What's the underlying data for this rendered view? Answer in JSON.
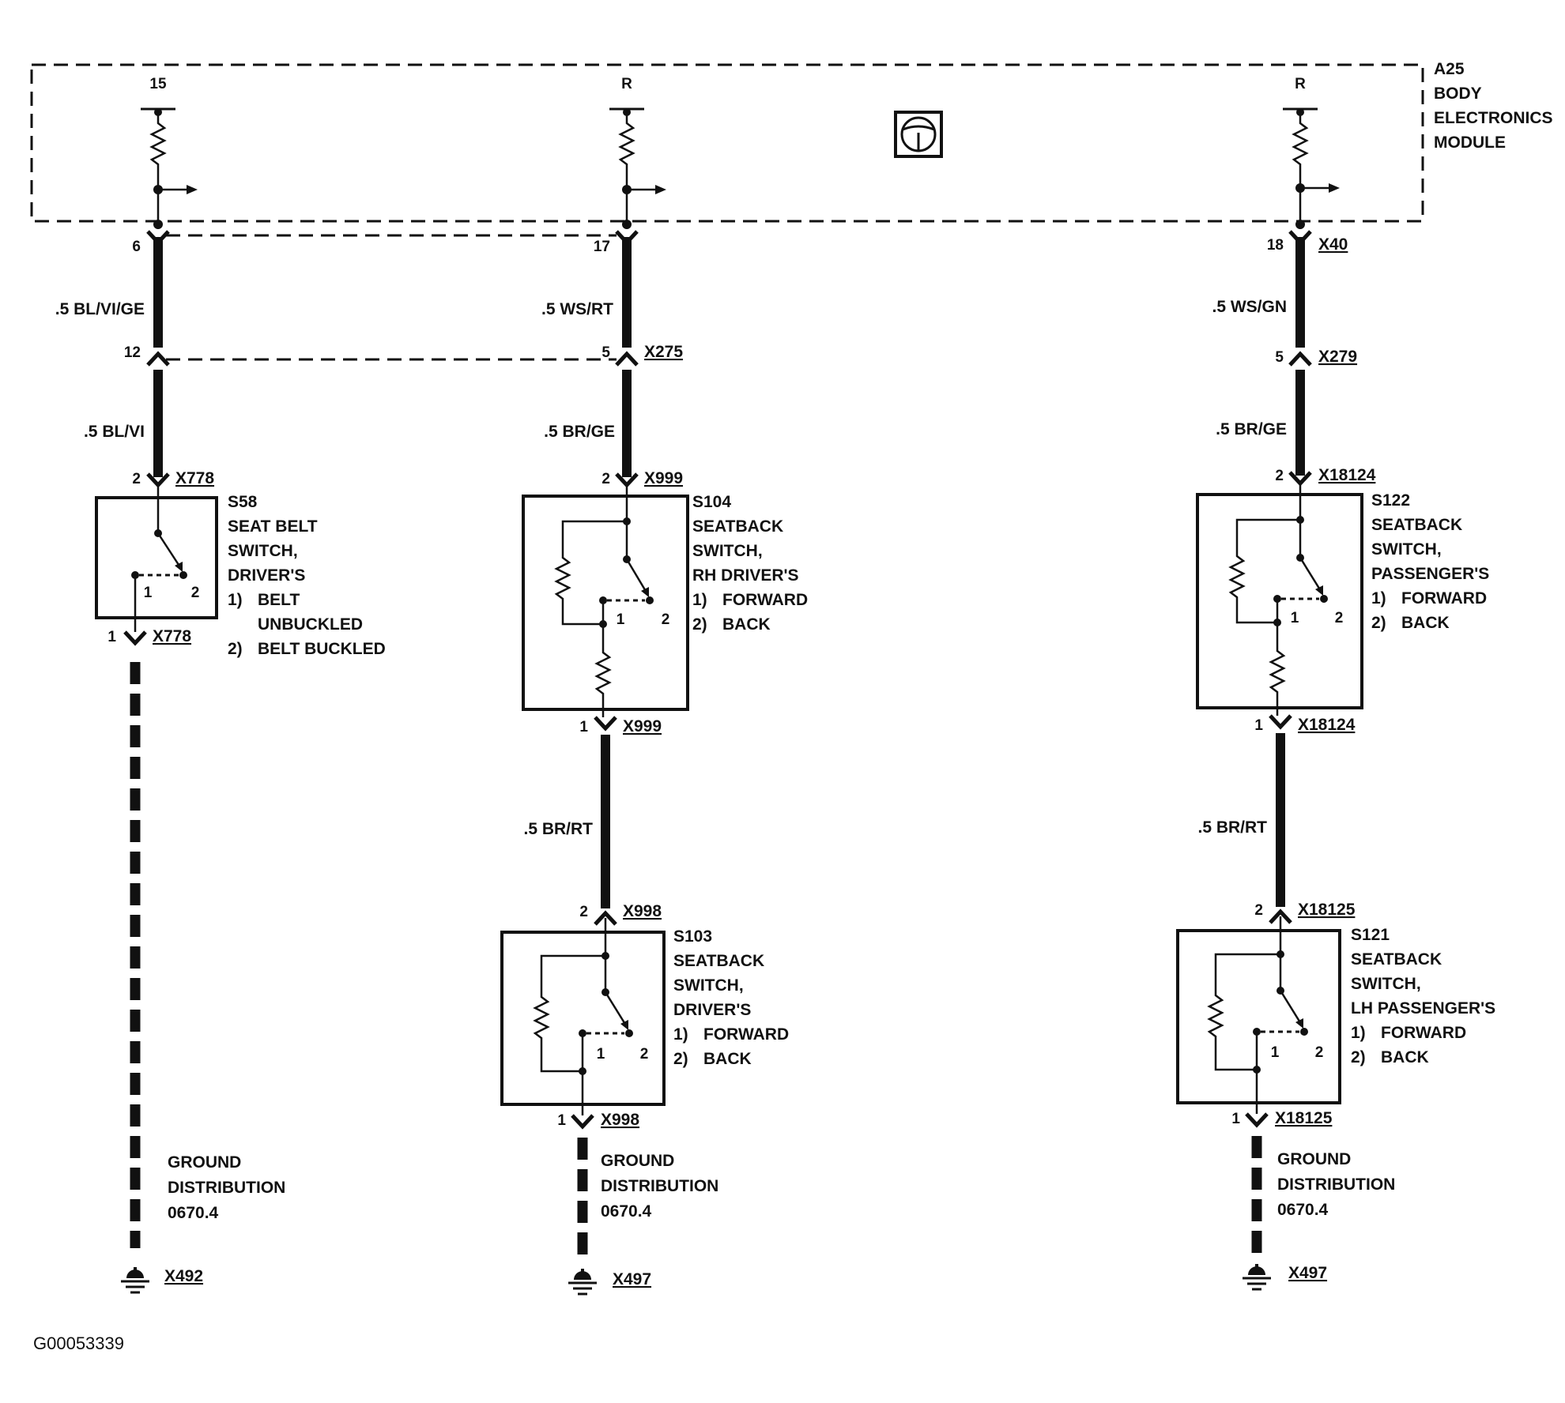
{
  "module": {
    "name": "A25",
    "lines": [
      "BODY",
      "ELECTRONICS",
      "MODULE"
    ],
    "terminals": [
      "15",
      "R",
      "R"
    ]
  },
  "col1": {
    "pin_top": "6",
    "wire1": ".5 BL/VI/GE",
    "pin_mid": "12",
    "wire2": ".5 BL/VI",
    "pin_in": "2",
    "conn_in": "X778",
    "switch": {
      "id": "S58",
      "lines": [
        "SEAT BELT",
        "SWITCH,",
        "DRIVER'S"
      ],
      "opt1_num": "1)",
      "opt1": "BELT",
      "opt1b": "UNBUCKLED",
      "opt2_num": "2)",
      "opt2": "BELT BUCKLED",
      "c1": "1",
      "c2": "2"
    },
    "pin_out": "1",
    "conn_out": "X778",
    "ground": [
      "GROUND",
      "DISTRIBUTION",
      "0670.4"
    ],
    "gnd_ref": "X492"
  },
  "col2": {
    "pin_top": "17",
    "wire1": ".5 WS/RT",
    "pin_mid": "5",
    "conn_mid": "X275",
    "wire2": ".5 BR/GE",
    "pin_in": "2",
    "conn_in": "X999",
    "switch1": {
      "id": "S104",
      "lines": [
        "SEATBACK",
        "SWITCH,",
        "RH DRIVER'S"
      ],
      "opt1_num": "1)",
      "opt1": "FORWARD",
      "opt2_num": "2)",
      "opt2": "BACK",
      "c1": "1",
      "c2": "2"
    },
    "pin_out": "1",
    "conn_out": "X999",
    "wire3": ".5 BR/RT",
    "pin_in2": "2",
    "conn_in2": "X998",
    "switch2": {
      "id": "S103",
      "lines": [
        "SEATBACK",
        "SWITCH,",
        "DRIVER'S"
      ],
      "opt1_num": "1)",
      "opt1": "FORWARD",
      "opt2_num": "2)",
      "opt2": "BACK",
      "c1": "1",
      "c2": "2"
    },
    "pin_out2": "1",
    "conn_out2": "X998",
    "ground": [
      "GROUND",
      "DISTRIBUTION",
      "0670.4"
    ],
    "gnd_ref": "X497"
  },
  "col3": {
    "pin_top": "18",
    "conn_top": "X40",
    "wire1": ".5 WS/GN",
    "pin_mid": "5",
    "conn_mid": "X279",
    "wire2": ".5 BR/GE",
    "pin_in": "2",
    "conn_in": "X18124",
    "switch1": {
      "id": "S122",
      "lines": [
        "SEATBACK",
        "SWITCH,",
        "PASSENGER'S"
      ],
      "opt1_num": "1)",
      "opt1": "FORWARD",
      "opt2_num": "2)",
      "opt2": "BACK",
      "c1": "1",
      "c2": "2"
    },
    "pin_out": "1",
    "conn_out": "X18124",
    "wire3": ".5 BR/RT",
    "pin_in2": "2",
    "conn_in2": "X18125",
    "switch2": {
      "id": "S121",
      "lines": [
        "SEATBACK",
        "SWITCH,",
        "LH PASSENGER'S"
      ],
      "opt1_num": "1)",
      "opt1": "FORWARD",
      "opt2_num": "2)",
      "opt2": "BACK",
      "c1": "1",
      "c2": "2"
    },
    "pin_out2": "1",
    "conn_out2": "X18125",
    "ground": [
      "GROUND",
      "DISTRIBUTION",
      "0670.4"
    ],
    "gnd_ref": "X497"
  },
  "figure_id": "G00053339"
}
